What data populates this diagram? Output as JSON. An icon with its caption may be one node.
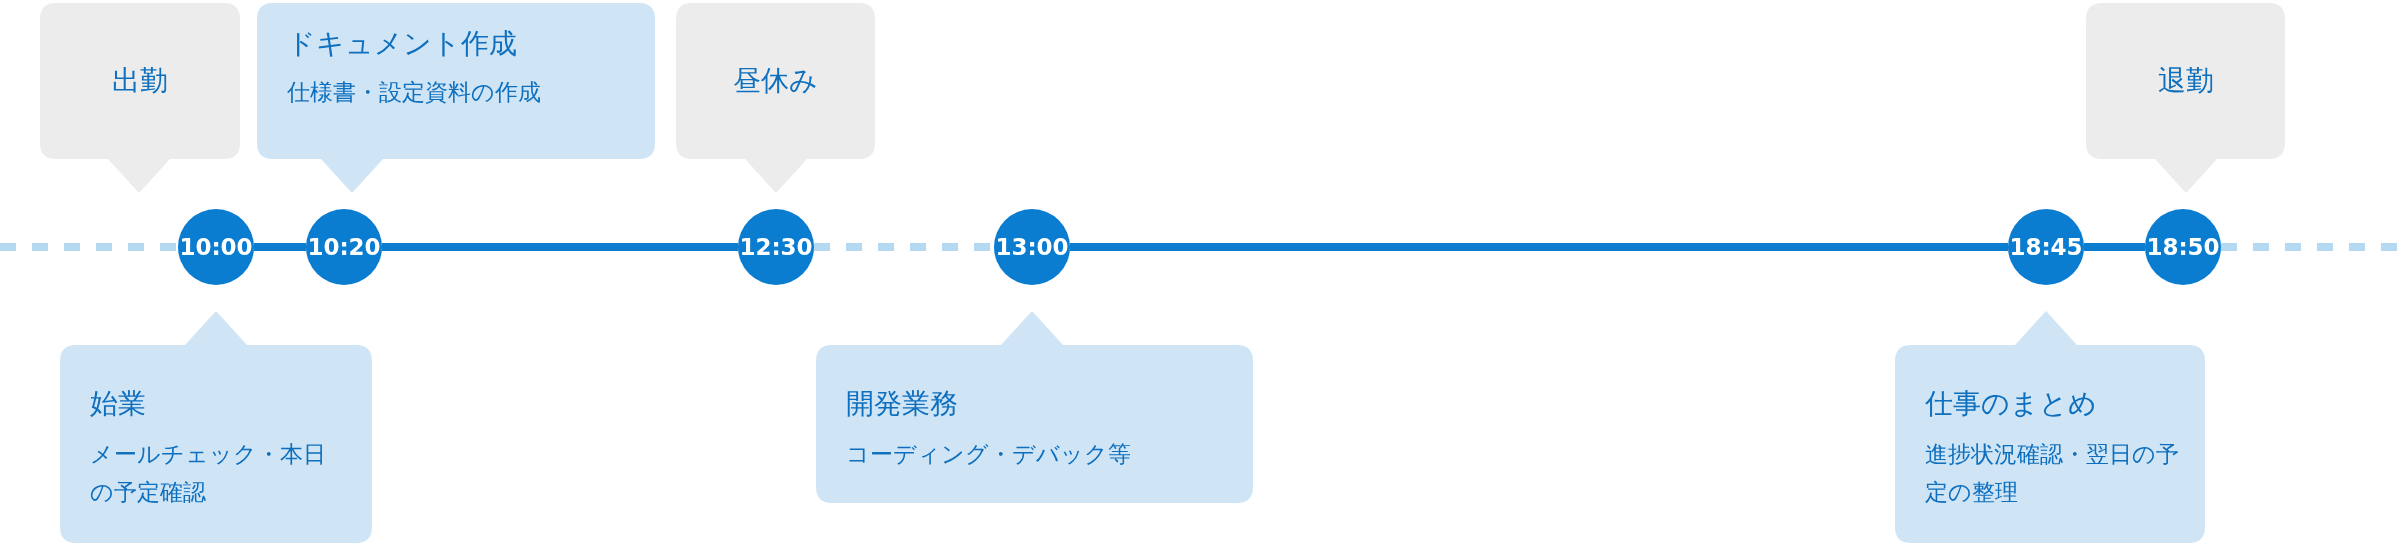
{
  "diagram": {
    "nodes": [
      {
        "text": [
          "出勤"
        ]
      },
      {
        "text": [
          "ドキュメント作成",
          "仕様書・設定資料の作成"
        ]
      },
      {
        "text": [
          "昼休み"
        ]
      },
      {
        "text": [
          "退勤"
        ]
      },
      {
        "text": [
          "10:00"
        ]
      },
      {
        "text": [
          "10:20"
        ]
      },
      {
        "text": [
          "12:30"
        ]
      },
      {
        "text": [
          "13:00"
        ]
      },
      {
        "text": [
          "18:45"
        ]
      },
      {
        "text": [
          "18:50"
        ]
      },
      {
        "text": [
          "始業",
          "メールチェック・本日の予定確認"
        ]
      },
      {
        "text": [
          "開発業務",
          "コーディング・デバック等"
        ]
      },
      {
        "text": [
          "仕事のまとめ",
          "進捗状況確認・翌日の予定の整理"
        ]
      }
    ],
    "edges": [
      {
        "from": null,
        "to": 4,
        "arrow": "none",
        "style": "dashed",
        "color": "#b5d9f0"
      },
      {
        "from": 4,
        "to": 5,
        "arrow": "none"
      },
      {
        "from": 5,
        "to": 6,
        "arrow": "none"
      },
      {
        "from": 6,
        "to": 7,
        "arrow": "none",
        "style": "dashed",
        "color": "#b5d9f0"
      },
      {
        "from": 7,
        "to": 8,
        "arrow": "none"
      },
      {
        "from": 8,
        "to": 9,
        "arrow": "none"
      },
      {
        "from": 9,
        "to": null,
        "arrow": "none",
        "style": "dashed",
        "color": "#b5d9f0"
      }
    ]
  }
}
